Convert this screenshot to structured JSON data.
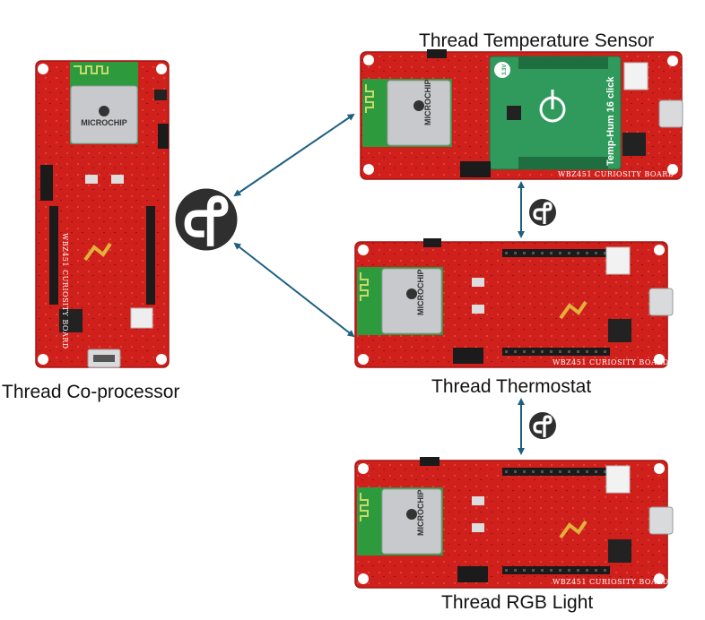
{
  "labels": {
    "coprocessor": "Thread Co-processor",
    "temperature_sensor": "Thread Temperature Sensor",
    "thermostat": "Thread Thermostat",
    "rgb_light": "Thread RGB Light"
  },
  "board_markings": {
    "board_name": "WBZ451 CURIOSITY BOARD",
    "module_brand": "MICROCHIP",
    "click_board_name": "Temp-Hum 16 click",
    "voltage_marking": "3.3V"
  },
  "icons": {
    "thread_logo": "thread-logo-icon",
    "link_arrow": "double-arrow-icon"
  },
  "colors": {
    "board_red": "#d0201c",
    "board_red_dark": "#a51512",
    "click_green": "#2f9a5c",
    "module_green": "#2e9a3e",
    "arrow_blue": "#1d5f80",
    "thread_logo": "#2f2f2f"
  }
}
